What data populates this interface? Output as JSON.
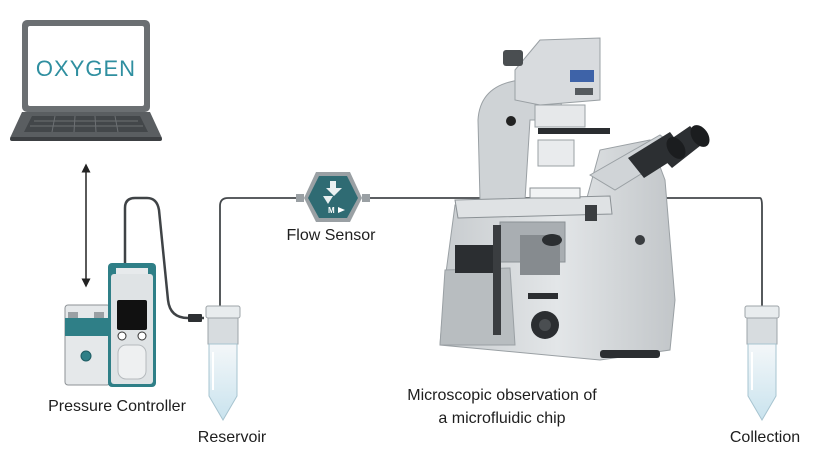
{
  "laptop": {
    "screen_text": "OXYGEN",
    "brand_color": "#2f8fa0"
  },
  "flow_sensor": {
    "badge_text": "M",
    "color": "#2f6b73"
  },
  "labels": {
    "pressure_controller": "Pressure Controller",
    "flow_sensor": "Flow Sensor",
    "reservoir": "Reservoir",
    "collection": "Collection",
    "microscope_line1": "Microscopic observation of",
    "microscope_line2": "a microfluidic chip"
  },
  "colors": {
    "device_gray": "#cfd3d6",
    "device_dark": "#6e7479",
    "tubing": "#4b4f52",
    "teal": "#2f7f87",
    "liquid": "#cfe7f0"
  }
}
